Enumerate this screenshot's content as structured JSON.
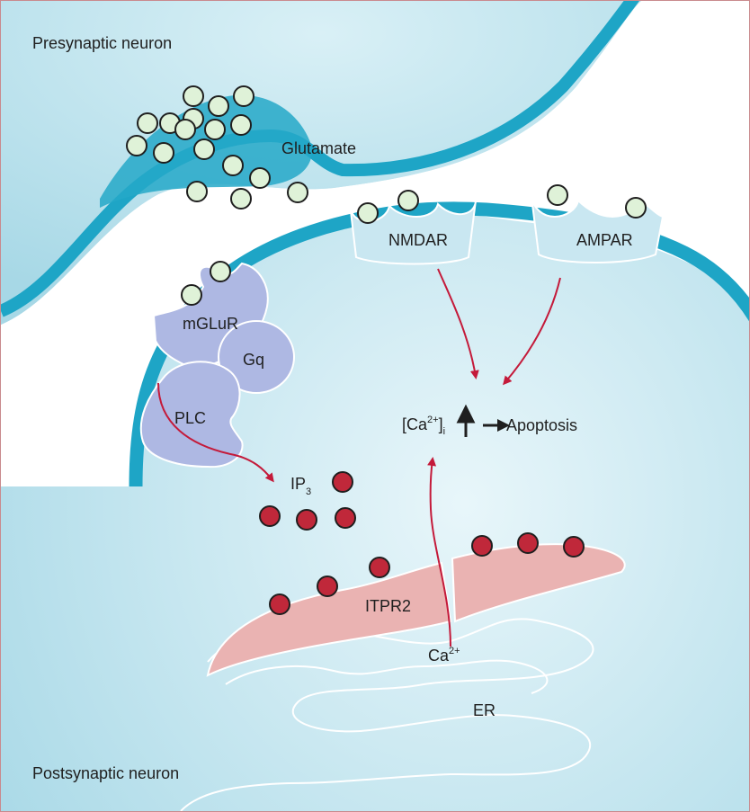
{
  "colors": {
    "cell_body": "#bfe3ee",
    "membrane": "#1ea5c6",
    "gap": "#ffffff",
    "glutamate_fill": "#dff2d8",
    "ip3_fill": "#c0283a",
    "er_fill": "#eab3b2",
    "receptor_fill": "#c9e7f1",
    "protein_fill": "#aeb8e3",
    "arrow_red": "#c41a3a",
    "arrow_black": "#1f1f1f"
  },
  "labels": {
    "presynaptic": "Presynaptic neuron",
    "postsynaptic": "Postsynaptic neuron",
    "glutamate": "Glutamate",
    "nmdar": "NMDAR",
    "ampar": "AMPAR",
    "mglur": "mGLuR",
    "gq": "Gq",
    "plc": "PLC",
    "ip3_base": "IP",
    "ip3_sub": "3",
    "ca_open": "[Ca",
    "ca_sup": "2+",
    "ca_close": "]",
    "ca_sub": "i",
    "apoptosis": "Apoptosis",
    "itpr2": "ITPR2",
    "ca2_base": "Ca",
    "ca2_sup": "2+",
    "er": "ER"
  }
}
